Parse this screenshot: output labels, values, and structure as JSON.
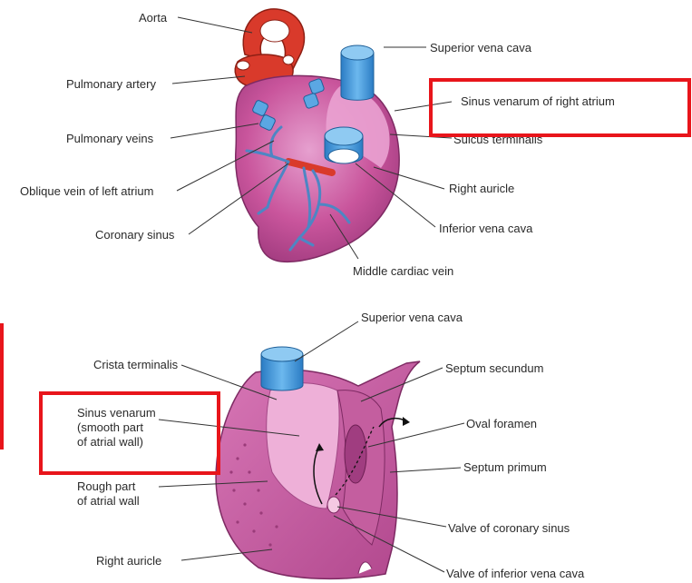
{
  "top_diagram": {
    "labels": {
      "aorta": "Aorta",
      "superior_vena_cava": "Superior vena cava",
      "pulmonary_artery": "Pulmonary artery",
      "sinus_venarum_right_atrium": "Sinus venarum of right atrium",
      "pulmonary_veins": "Pulmonary veins",
      "sulcus_terminalis": "Sulcus terminalis",
      "oblique_vein": "Oblique vein of left atrium",
      "right_auricle": "Right auricle",
      "coronary_sinus": "Coronary sinus",
      "inferior_vena_cava": "Inferior vena cava",
      "middle_cardiac_vein": "Middle cardiac vein"
    }
  },
  "bottom_diagram": {
    "labels": {
      "superior_vena_cava": "Superior vena cava",
      "crista_terminalis": "Crista terminalis",
      "septum_secundum": "Septum secundum",
      "sinus_venarum_line1": "Sinus venarum",
      "sinus_venarum_line2": "(smooth part",
      "sinus_venarum_line3": "of atrial wall)",
      "oval_foramen": "Oval foramen",
      "septum_primum": "Septum primum",
      "rough_part_line1": "Rough part",
      "rough_part_line2": "of atrial wall",
      "valve_coronary_sinus": "Valve of coronary sinus",
      "right_auricle": "Right auricle",
      "valve_inferior_vena_cava": "Valve of inferior vena cava"
    }
  },
  "colors": {
    "heart": "#c9559c",
    "heart_light": "#e69acb",
    "vessel_blue": "#3b93d6",
    "artery_red": "#d93a2b",
    "vein_lines": "#4d86c4",
    "highlight": "#e8151b"
  }
}
